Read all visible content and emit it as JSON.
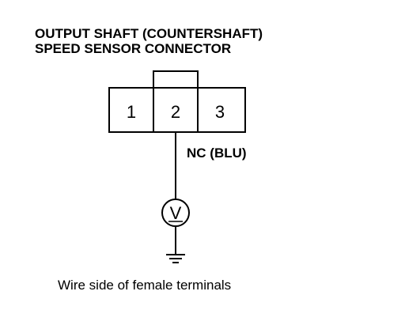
{
  "title_lines": [
    "OUTPUT SHAFT (COUNTERSHAFT)",
    "SPEED SENSOR CONNECTOR"
  ],
  "connector": {
    "terminals": [
      "1",
      "2",
      "3"
    ]
  },
  "wire_label": "NC (BLU)",
  "meter_symbol": "V",
  "caption": "Wire side of female terminals"
}
